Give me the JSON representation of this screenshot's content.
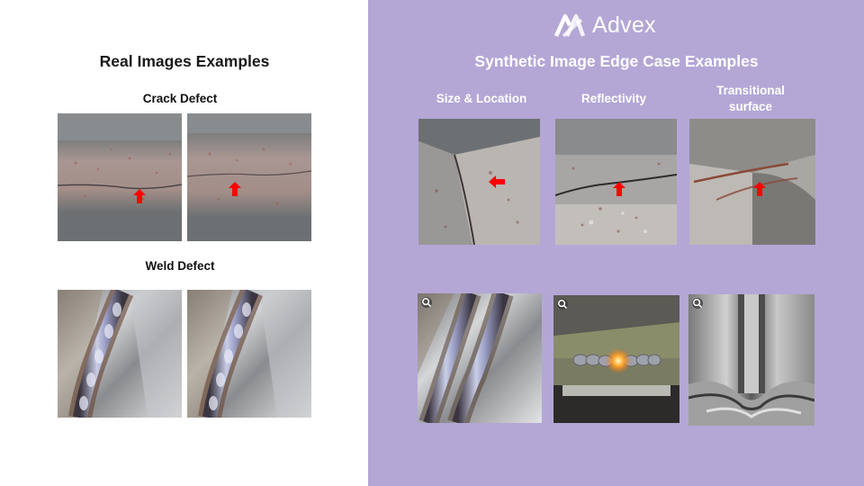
{
  "logo": {
    "text": "Advex"
  },
  "left": {
    "title": "Real Images Examples",
    "sections": [
      {
        "label": "Crack Defect"
      },
      {
        "label": "Weld Defect"
      }
    ]
  },
  "right": {
    "title": "Synthetic Image Edge Case Examples",
    "columns": [
      {
        "label": "Size & Location"
      },
      {
        "label": "Reflectivity"
      },
      {
        "label": "Transitional surface"
      }
    ]
  },
  "colors": {
    "panel": "#b4a7d6",
    "arrow": "#ff0000"
  },
  "images": {
    "real_crack": [
      "crack-photo",
      "crack-photo"
    ],
    "real_weld": [
      "weld-photo",
      "weld-photo"
    ],
    "synth_crack": [
      "crack-size-location-photo",
      "crack-reflectivity-photo",
      "crack-transitional-photo"
    ],
    "synth_weld": [
      "weld-seam-photo",
      "weld-glow-photo",
      "weld-vertical-photo"
    ]
  }
}
